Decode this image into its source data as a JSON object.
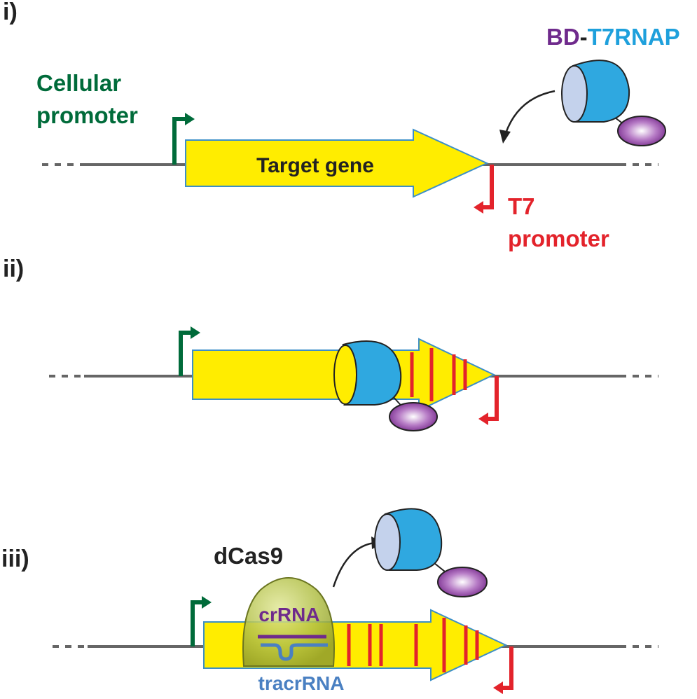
{
  "panels": {
    "i": {
      "label": "i)"
    },
    "ii": {
      "label": "ii)"
    },
    "iii": {
      "label": "iii)"
    }
  },
  "labels": {
    "bd": "BD",
    "dash": "-",
    "t7rnap": "T7RNAP",
    "cellular_line1": "Cellular",
    "cellular_line2": "promoter",
    "target_gene": "Target gene",
    "t7_line1": "T7",
    "t7_line2": "promoter",
    "dcas9": "dCas9",
    "crrna": "crRNA",
    "tracrrna": "tracrRNA"
  },
  "colors": {
    "dna": "#666666",
    "gene_fill": "#ffed00",
    "gene_stroke": "#3c8fc8",
    "cellular_promoter": "#006b3a",
    "t7_promoter": "#e3232b",
    "bd": "#6f2a8c",
    "t7rnap": "#1ea0dc",
    "polymerase_fill": "#2fa8e0",
    "polymerase_inner": "#c4d2ec",
    "transcript_stripe": "#e3232b",
    "dcas9_body": "#a9b83d",
    "crrna": "#6f2a8c",
    "tracrrna": "#4a80c2",
    "text_dark": "#222222"
  }
}
